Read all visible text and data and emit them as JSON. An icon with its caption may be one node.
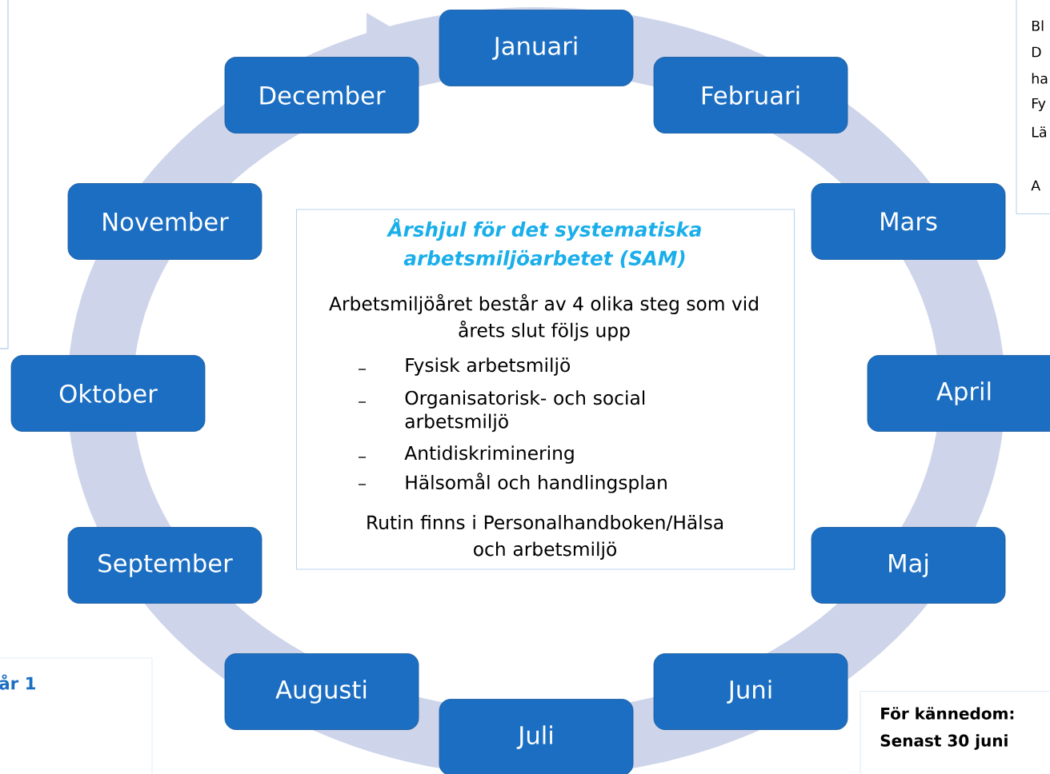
{
  "diagram": {
    "nodes": [
      {
        "text": [
          "Januari"
        ]
      },
      {
        "text": [
          "Februari"
        ]
      },
      {
        "text": [
          "Mars"
        ]
      },
      {
        "text": [
          "April"
        ]
      },
      {
        "text": [
          "Maj"
        ]
      },
      {
        "text": [
          "Juni"
        ]
      },
      {
        "text": [
          "Juli"
        ]
      },
      {
        "text": [
          "Augusti"
        ]
      },
      {
        "text": [
          "September"
        ]
      },
      {
        "text": [
          "Oktober"
        ]
      },
      {
        "text": [
          "November"
        ]
      },
      {
        "text": [
          "December"
        ]
      },
      {
        "text": [
          "Årshjul för det systematiska arbetsmiljöarbetet (SAM)",
          "Arbetsmiljöåret består av 4 olika steg som vid årets slut följs upp",
          "Fysisk arbetsmiljö",
          "Organisatorisk- och social arbetsmiljö",
          "Antidiskriminering",
          "Hälsomål och handlingsplan",
          "Rutin finns i Personalhandboken/Hälsa och arbetsmiljö"
        ]
      },
      {
        "text": [
          "Bl",
          "D",
          "ha",
          "Fy",
          "Lä",
          "A"
        ]
      },
      {
        "text": [
          "år 1"
        ]
      },
      {
        "text": [
          "För kännedom:",
          "Senast 30 juni"
        ]
      }
    ]
  }
}
